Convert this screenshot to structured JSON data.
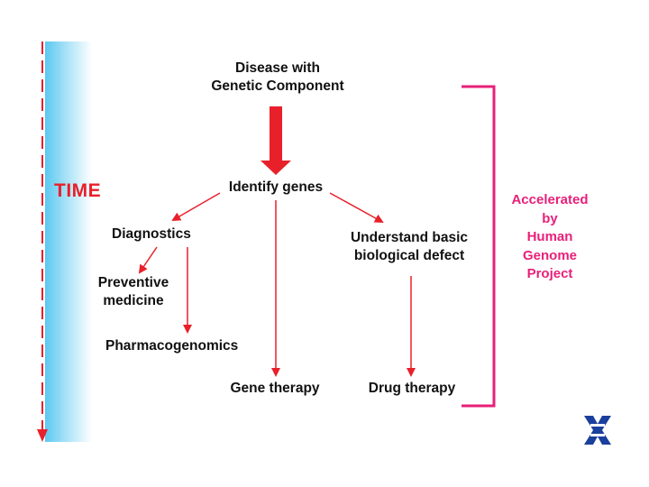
{
  "nodes": {
    "disease_line1": "Disease with",
    "disease_line2": "Genetic Component",
    "identify_genes": "Identify genes",
    "diagnostics": "Diagnostics",
    "understand_line1": "Understand basic",
    "understand_line2": "biological defect",
    "preventive_line1": "Preventive",
    "preventive_line2": "medicine",
    "pharmacogenomics": "Pharmacogenomics",
    "gene_therapy": "Gene therapy",
    "drug_therapy": "Drug therapy"
  },
  "time_label": "TIME",
  "accelerated": {
    "lines": [
      "Accelerated",
      "by",
      "Human",
      "Genome",
      "Project"
    ]
  },
  "colors": {
    "arrow_red": "#e8202a",
    "bracket_pink": "#e8207a",
    "time_band_blue": "#5bc8f0",
    "logo_blue": "#1a3f9c"
  },
  "icons": {
    "logo": "publisher-logo-icon"
  }
}
